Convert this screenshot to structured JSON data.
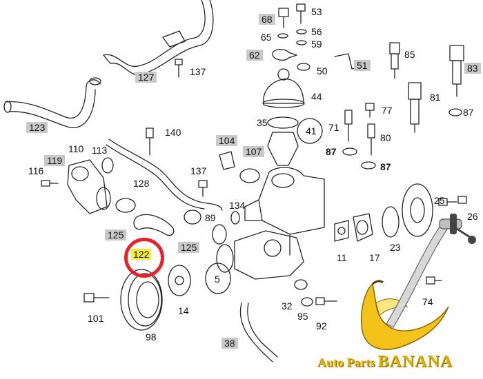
{
  "labels": [
    {
      "id": "53",
      "text": "53",
      "boxed": false
    },
    {
      "id": "68",
      "text": "68",
      "boxed": true
    },
    {
      "id": "65",
      "text": "65",
      "boxed": false
    },
    {
      "id": "56",
      "text": "56",
      "boxed": false
    },
    {
      "id": "59",
      "text": "59",
      "boxed": false
    },
    {
      "id": "62",
      "text": "62",
      "boxed": true
    },
    {
      "id": "50",
      "text": "50",
      "boxed": false
    },
    {
      "id": "51",
      "text": "51",
      "boxed": true
    },
    {
      "id": "85",
      "text": "85",
      "boxed": false
    },
    {
      "id": "83",
      "text": "83",
      "boxed": true
    },
    {
      "id": "137a",
      "text": "137",
      "boxed": false
    },
    {
      "id": "127",
      "text": "127",
      "boxed": true
    },
    {
      "id": "44",
      "text": "44",
      "boxed": false
    },
    {
      "id": "81",
      "text": "81",
      "boxed": false
    },
    {
      "id": "77",
      "text": "77",
      "boxed": false
    },
    {
      "id": "87a",
      "text": "87",
      "boxed": false
    },
    {
      "id": "123",
      "text": "123",
      "boxed": true
    },
    {
      "id": "35",
      "text": "35",
      "boxed": false
    },
    {
      "id": "71",
      "text": "71",
      "boxed": false
    },
    {
      "id": "41",
      "text": "41",
      "boxed": false
    },
    {
      "id": "140",
      "text": "140",
      "boxed": false
    },
    {
      "id": "104",
      "text": "104",
      "boxed": true
    },
    {
      "id": "80",
      "text": "80",
      "boxed": false
    },
    {
      "id": "107",
      "text": "107",
      "boxed": true
    },
    {
      "id": "87b",
      "text": "87",
      "boxed": false
    },
    {
      "id": "87c",
      "text": "87",
      "boxed": false
    },
    {
      "id": "110",
      "text": "110",
      "boxed": false
    },
    {
      "id": "113",
      "text": "113",
      "boxed": false
    },
    {
      "id": "119",
      "text": "119",
      "boxed": true
    },
    {
      "id": "116",
      "text": "116",
      "boxed": false
    },
    {
      "id": "137b",
      "text": "137",
      "boxed": false
    },
    {
      "id": "128",
      "text": "128",
      "boxed": false
    },
    {
      "id": "134",
      "text": "134",
      "boxed": false
    },
    {
      "id": "89",
      "text": "89",
      "boxed": false
    },
    {
      "id": "25",
      "text": "25",
      "boxed": false
    },
    {
      "id": "26",
      "text": "26",
      "boxed": false
    },
    {
      "id": "125a",
      "text": "125",
      "boxed": true
    },
    {
      "id": "125b",
      "text": "125",
      "boxed": true
    },
    {
      "id": "122",
      "text": "122",
      "boxed": false,
      "highlight": true
    },
    {
      "id": "5",
      "text": "5",
      "boxed": false
    },
    {
      "id": "11",
      "text": "11",
      "boxed": false
    },
    {
      "id": "17",
      "text": "17",
      "boxed": false
    },
    {
      "id": "23",
      "text": "23",
      "boxed": false
    },
    {
      "id": "14",
      "text": "14",
      "boxed": false
    },
    {
      "id": "32",
      "text": "32",
      "boxed": false
    },
    {
      "id": "95",
      "text": "95",
      "boxed": false
    },
    {
      "id": "92",
      "text": "92",
      "boxed": false
    },
    {
      "id": "101",
      "text": "101",
      "boxed": false
    },
    {
      "id": "98",
      "text": "98",
      "boxed": false
    },
    {
      "id": "38",
      "text": "38",
      "boxed": true
    },
    {
      "id": "74",
      "text": "74",
      "boxed": false
    }
  ],
  "brand": {
    "prefix": "Auto Parts",
    "name": "BANANA"
  },
  "colors": {
    "highlight_circle": "#e8202a",
    "highlight_fill": "#f5ee3a",
    "label_box": "#c9c9c9",
    "banana": "#f3c21b"
  }
}
